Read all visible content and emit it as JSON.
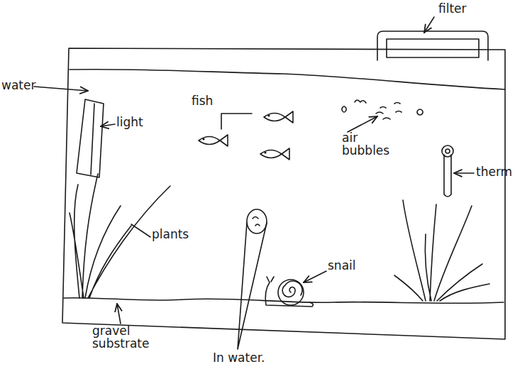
{
  "diagram": {
    "labels": [
      "filter",
      "water",
      "light",
      "fish",
      "air bubbles",
      "therm",
      "plants",
      "snail",
      "gravel substrate",
      "In water."
    ]
  }
}
